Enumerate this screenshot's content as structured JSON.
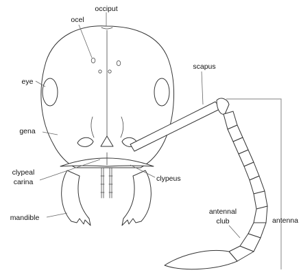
{
  "labels": {
    "occiput": "occiput",
    "ocel": "ocel",
    "eye": "eye",
    "scapus": "scapus",
    "gena": "gena",
    "clypeal_carina_line1": "clypeal",
    "clypeal_carina_line2": "carina",
    "clypeus": "clypeus",
    "mandible": "mandible",
    "antennal_club_line1": "antennal",
    "antennal_club_line2": "club",
    "antenna": "antenna"
  }
}
